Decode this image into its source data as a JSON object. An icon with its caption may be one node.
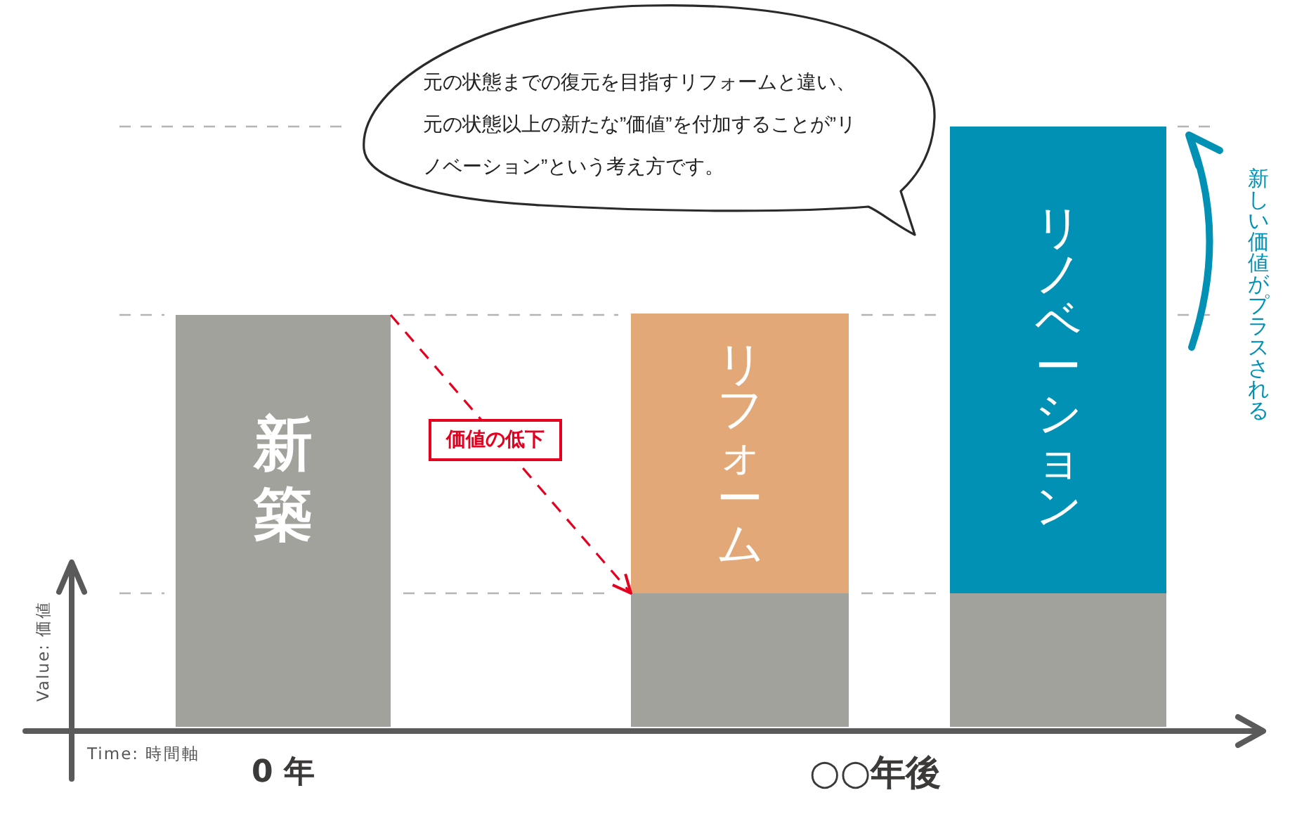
{
  "diagram": {
    "nodes": [
      {
        "text": [
          "元の状態までの復元を目指すリフォームと違い、元の状態以上の新たな”価値”を付加することが”リノベーション”という考え方です。"
        ]
      },
      {
        "text": [
          "新築"
        ]
      },
      {
        "text": [
          "リフォーム"
        ]
      },
      {
        "text": [],
        "shape": "bar"
      },
      {
        "text": [
          "リノベーション"
        ]
      },
      {
        "text": [],
        "shape": "bar"
      }
    ],
    "edges": [
      {
        "from": 1,
        "to": 3,
        "arrow": "to",
        "label": "価値の低下",
        "style": "dashed",
        "color": "#e60020"
      }
    ],
    "labels": [
      "新しい価値がプラスされる",
      "Value: 価値",
      "Time: 時間軸",
      "0 年",
      "○○年後"
    ]
  }
}
